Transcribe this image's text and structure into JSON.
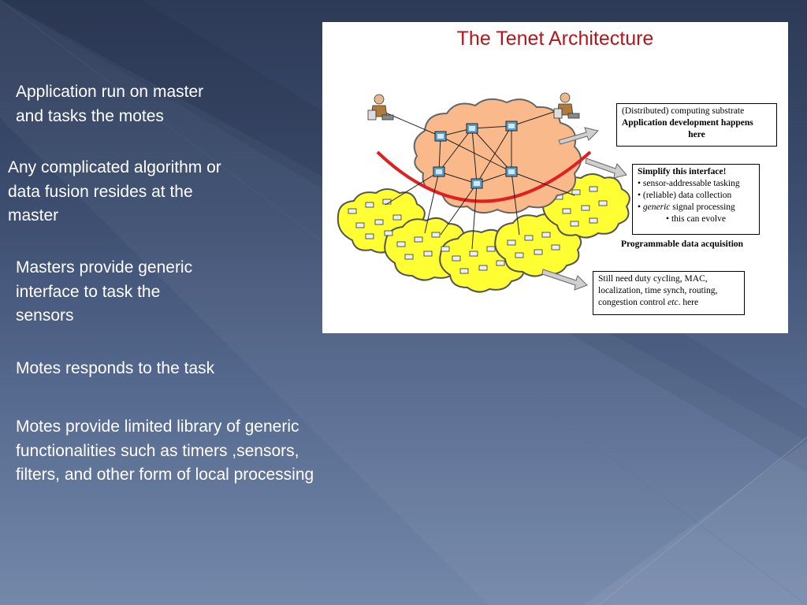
{
  "slide": {
    "bullets": [
      "Application run on master\nand tasks the motes",
      "Any complicated algorithm or\ndata fusion resides at the\nmaster",
      "Masters provide generic\ninterface to task the\nsensors",
      "Motes responds to the task",
      "Motes provide limited library of generic\nfunctionalities such as timers ,sensors,\nfilters, and other form of local processing"
    ]
  },
  "figure": {
    "title": "The Tenet Architecture",
    "box_computing": {
      "line1": "(Distributed) computing substrate",
      "line2": "Application development happens",
      "line3": "here"
    },
    "box_interface": {
      "heading": "Simplify this interface!",
      "item1": "• sensor-addressable tasking",
      "item2": "• (reliable) data collection",
      "item3_prefix": "• ",
      "item3_em": "generic",
      "item3_rest": " signal processing",
      "item4": "• this can evolve"
    },
    "programmable_label": "Programmable data acquisition",
    "box_motes": {
      "line1": "Still need duty cycling, MAC,",
      "line2": "localization, time synch, routing,",
      "line3_prefix": "congestion control ",
      "line3_em": "etc",
      "line3_rest": ". here"
    },
    "colors": {
      "master_cloud": "#f9b98a",
      "mote_cloud": "#ffff33",
      "separator_arc": "#e02020",
      "title": "#b5161b"
    }
  }
}
